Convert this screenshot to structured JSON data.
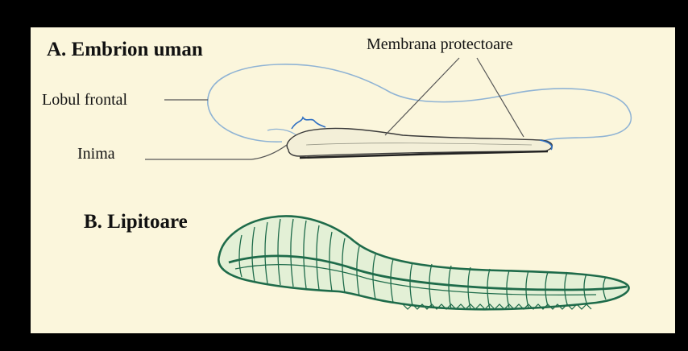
{
  "labels": {
    "embryo_title": "A. Embrion uman",
    "membrane": "Membrana protectoare",
    "frontal_lobe": "Lobul frontal",
    "heart": "Inima",
    "leech_title": "B. Lipitoare"
  },
  "colors": {
    "frame": "#000000",
    "background": "#fbf6dc",
    "embryo_outline": "#8fb3d4",
    "embryo_accent": "#2f6fc2",
    "leech_outline": "#1e6b4a",
    "leech_fill": "#e3f0d6",
    "leader_line": "#555555"
  }
}
